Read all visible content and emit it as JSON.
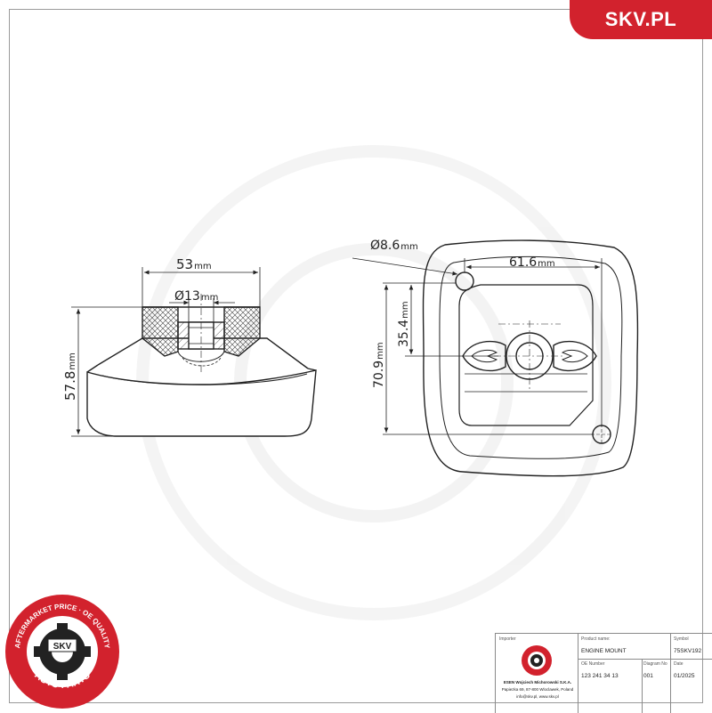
{
  "brand": {
    "site": "SKV.PL",
    "accent": "#d2222d"
  },
  "dimensions": {
    "width_outer": "53",
    "diameter_inner": "Ø13",
    "height_left": "57.8",
    "hole_diameter": "Ø8.6",
    "hole_spacing": "61.6",
    "height_center": "35.4",
    "height_total": "70.9",
    "unit": "mm"
  },
  "badge": {
    "ring_text_top": "AFTERMARKET PRICE · OE QUALITY",
    "ring_text_bottom": "AUTO PARTS",
    "center": "SKV"
  },
  "title_block": {
    "importer_label": "Importer",
    "importer_name": "ESEN Wojciech Michorowski S.K.A.",
    "importer_address": "Papiezka 69, 87-800 Wloclawek, Poland",
    "importer_contact": "info@skv.pl, www.skv.pl",
    "product_label": "Product name:",
    "product_value": "ENGINE MOUNT",
    "symbol_label": "Symbol",
    "symbol_value": "75SKV192",
    "oe_label": "OE Number",
    "oe_value": "123 241 34 13",
    "diagram_label": "Diagram No",
    "diagram_value": "001",
    "date_label": "Date",
    "date_value": "01/2025"
  }
}
